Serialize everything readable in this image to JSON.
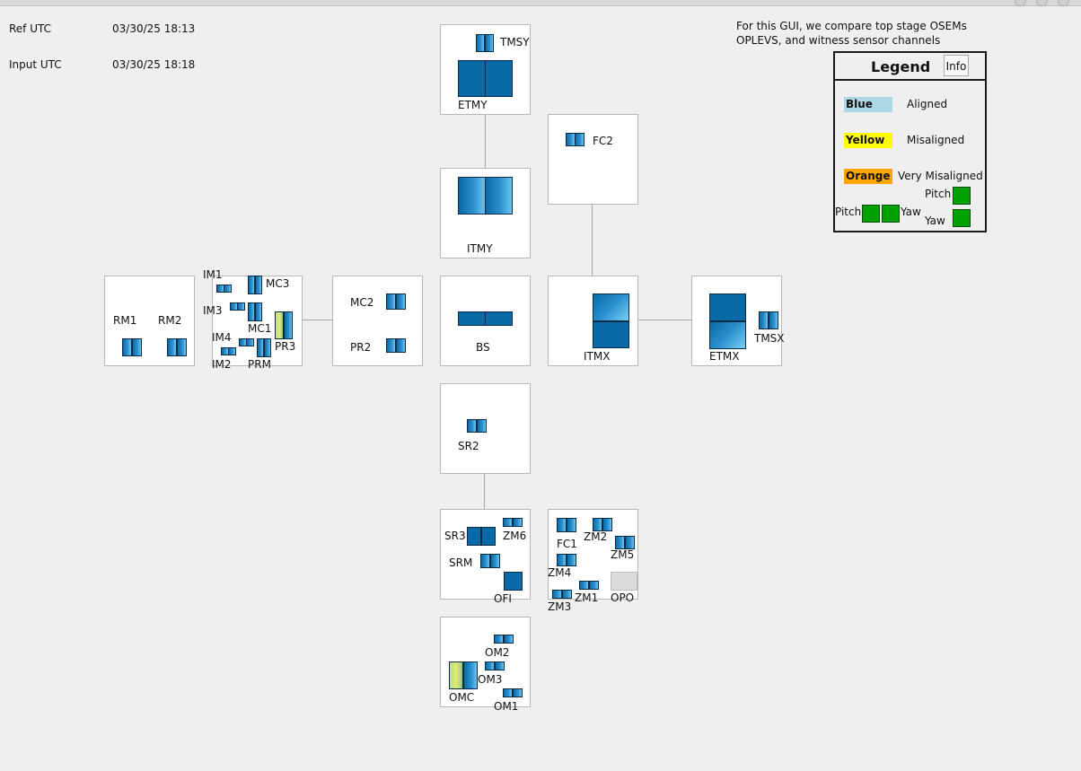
{
  "header": {
    "ref_label": "Ref UTC",
    "ref_value": "03/30/25 18:13",
    "input_label": "Input UTC",
    "input_value": "03/30/25 18:18"
  },
  "description": {
    "line1": "For this GUI, we compare top stage OSEMs",
    "line2": "OPLEVS, and witness sensor channels"
  },
  "legend": {
    "title": "Legend",
    "info_button": "Info",
    "items": [
      {
        "swatch": "Blue",
        "meaning": "Aligned",
        "color": "#add8e6"
      },
      {
        "swatch": "Yellow",
        "meaning": "Misaligned",
        "color": "#ffff00"
      },
      {
        "swatch": "Orange",
        "meaning": "Very Misaligned",
        "color": "#ffa500"
      }
    ],
    "pitch_label": "Pitch",
    "yaw_label": "Yaw",
    "pitch_label_2": "Pitch",
    "yaw_label_2": "Yaw",
    "indicator_color": "#00a000"
  },
  "optics": {
    "ETMY": "ETMY",
    "TMSY": "TMSY",
    "ITMY": "ITMY",
    "FC2": "FC2",
    "RM1": "RM1",
    "RM2": "RM2",
    "IM1": "IM1",
    "IM2": "IM2",
    "IM3": "IM3",
    "IM4": "IM4",
    "MC1": "MC1",
    "MC3": "MC3",
    "PR3": "PR3",
    "PRM": "PRM",
    "MC2": "MC2",
    "PR2": "PR2",
    "BS": "BS",
    "ITMX": "ITMX",
    "ETMX": "ETMX",
    "TMSX": "TMSX",
    "SR2": "SR2",
    "SR3": "SR3",
    "SRM": "SRM",
    "ZM6": "ZM6",
    "OFI": "OFI",
    "FC1": "FC1",
    "ZM2": "ZM2",
    "ZM5": "ZM5",
    "ZM4": "ZM4",
    "ZM1": "ZM1",
    "ZM3": "ZM3",
    "OPO": "OPO",
    "OM2": "OM2",
    "OM3": "OM3",
    "OMC": "OMC",
    "OM1": "OM1"
  },
  "colors": {
    "aligned_dark": "#0a6aa8",
    "aligned_light": "#6cc4ef",
    "misaligned_yellow": "#e2e872",
    "inactive_grey": "#dcdcdc"
  }
}
